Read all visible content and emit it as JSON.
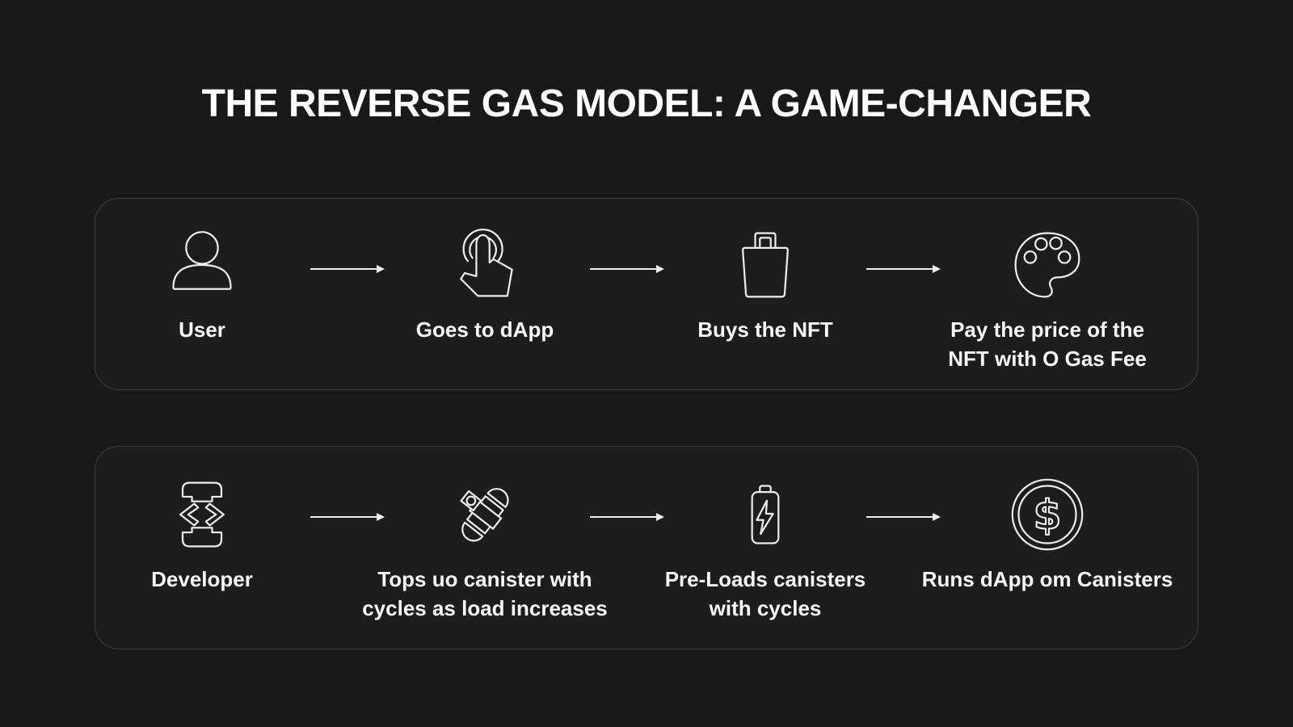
{
  "title": "THE REVERSE GAS MODEL: A GAME-CHANGER",
  "colors": {
    "background": "#191919",
    "panel": "#1d1d1d",
    "panel_border": "#3f3f3f",
    "text": "#fafafa",
    "icon_stroke": "#eeeeee"
  },
  "glyphs": {
    "dollar": "$"
  },
  "rows": [
    {
      "name": "user-flow",
      "steps": [
        {
          "icon": "user-icon",
          "label": "User"
        },
        {
          "icon": "tap-icon",
          "label": "Goes to dApp"
        },
        {
          "icon": "shopping-bag-icon",
          "label": "Buys the NFT"
        },
        {
          "icon": "palette-icon",
          "label": "Pay the price of the\nNFT with O Gas Fee"
        }
      ]
    },
    {
      "name": "developer-flow",
      "steps": [
        {
          "icon": "developer-phone-icon",
          "label": "Developer"
        },
        {
          "icon": "canister-icon",
          "label": "Tops uo canister with\ncycles as load increases"
        },
        {
          "icon": "battery-icon",
          "label": "Pre-Loads canisters\nwith cycles"
        },
        {
          "icon": "dollar-coin-icon",
          "label": "Runs dApp om Canisters"
        }
      ]
    }
  ]
}
